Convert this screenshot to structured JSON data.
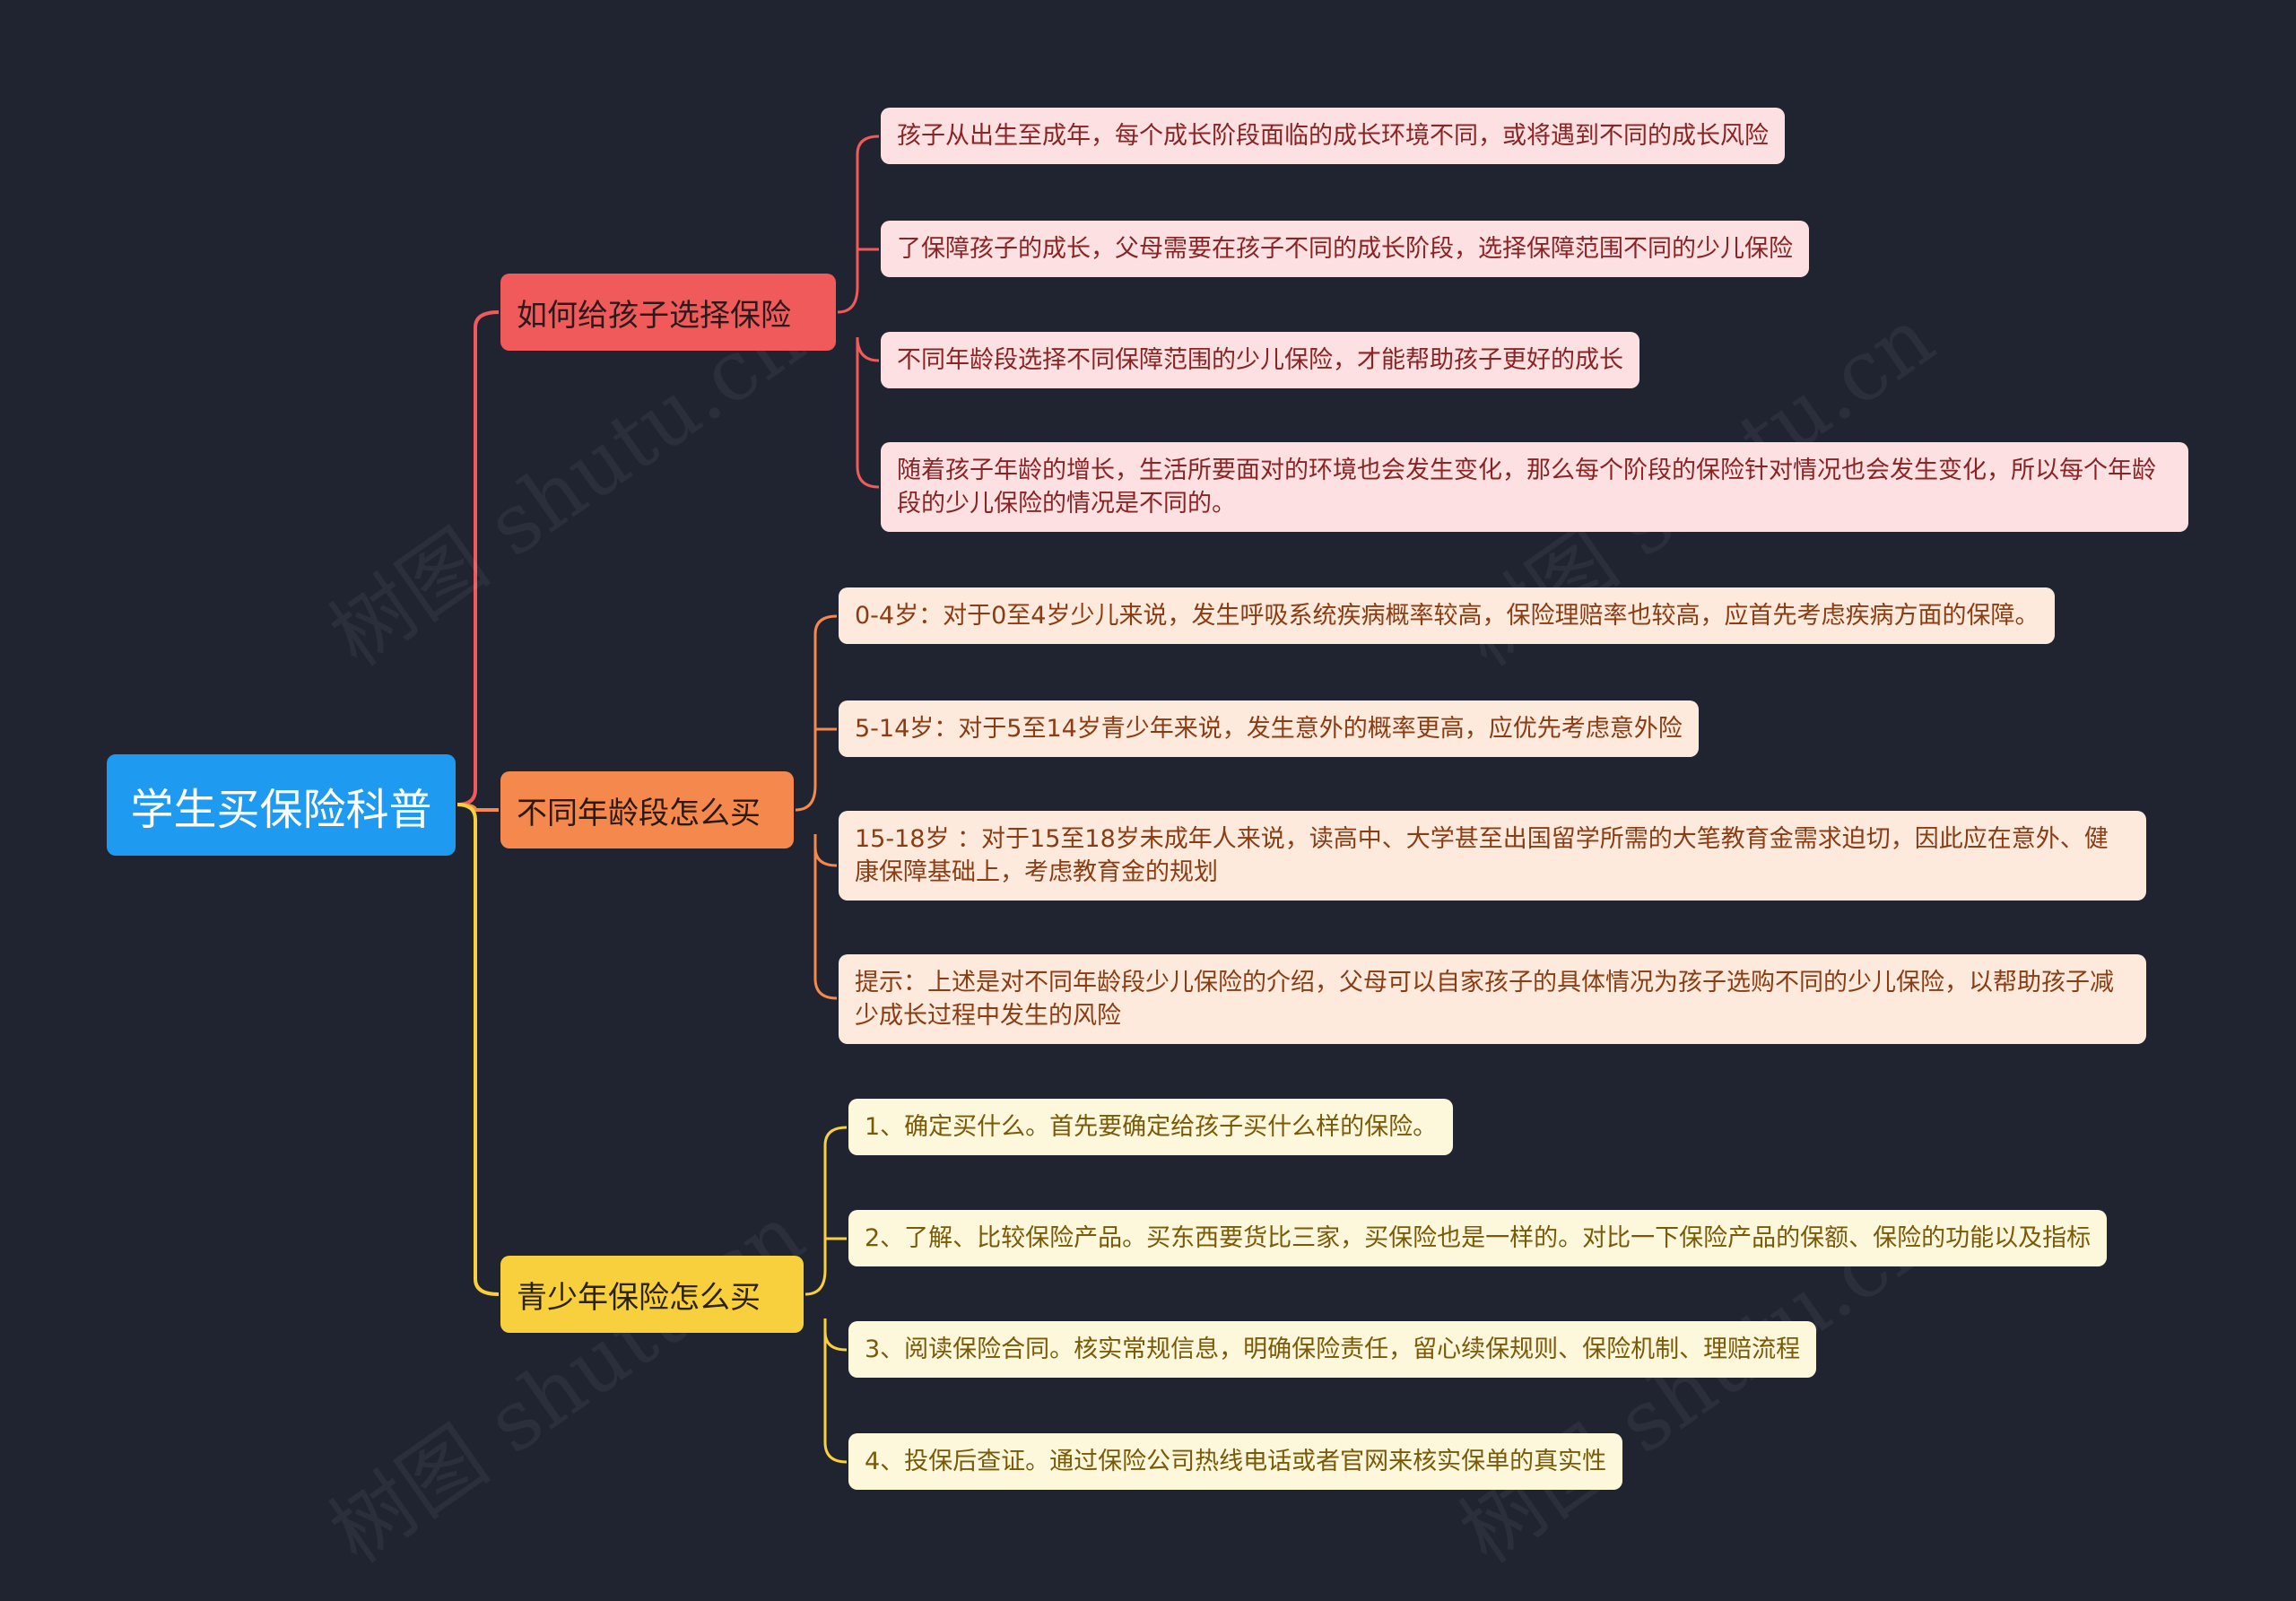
{
  "root": {
    "label": "学生买保险科普",
    "color": "#1e9bf0"
  },
  "watermark": "树图 shutu.cn",
  "branches": [
    {
      "label": "如何给孩子选择保险",
      "color": "#f05a5b",
      "items": [
        "孩子从出生至成年，每个成长阶段面临的成长环境不同，或将遇到不同的成长风险",
        "了保障孩子的成长，父母需要在孩子不同的成长阶段，选择保障范围不同的少儿保险",
        "不同年龄段选择不同保障范围的少儿保险，才能帮助孩子更好的成长",
        "随着孩子年龄的增长，生活所要面对的环境也会发生变化，那么每个阶段的保险针对情况也会发生变化，所以每个年龄段的少儿保险的情况是不同的。"
      ]
    },
    {
      "label": "不同年龄段怎么买",
      "color": "#f5894d",
      "items": [
        "0-4岁：对于0至4岁少儿来说，发生呼吸系统疾病概率较高，保险理赔率也较高，应首先考虑疾病方面的保障。",
        "5-14岁：对于5至14岁青少年来说，发生意外的概率更高，应优先考虑意外险",
        "15-18岁 ：对于15至18岁未成年人来说，读高中、大学甚至出国留学所需的大笔教育金需求迫切，因此应在意外、健康保障基础上，考虑教育金的规划",
        "提示：上述是对不同年龄段少儿保险的介绍，父母可以自家孩子的具体情况为孩子选购不同的少儿保险，以帮助孩子减少成长过程中发生的风险"
      ]
    },
    {
      "label": "青少年保险怎么买",
      "color": "#f8cf3c",
      "items": [
        "1、确定买什么。首先要确定给孩子买什么样的保险。",
        "2、了解、比较保险产品。买东西要货比三家，买保险也是一样的。对比一下保险产品的保额、保险的功能以及指标",
        "3、阅读保险合同。核实常规信息，明确保险责任，留心续保规则、保险机制、理赔流程",
        "4、投保后查证。通过保险公司热线电话或者官网来核实保单的真实性"
      ]
    }
  ]
}
